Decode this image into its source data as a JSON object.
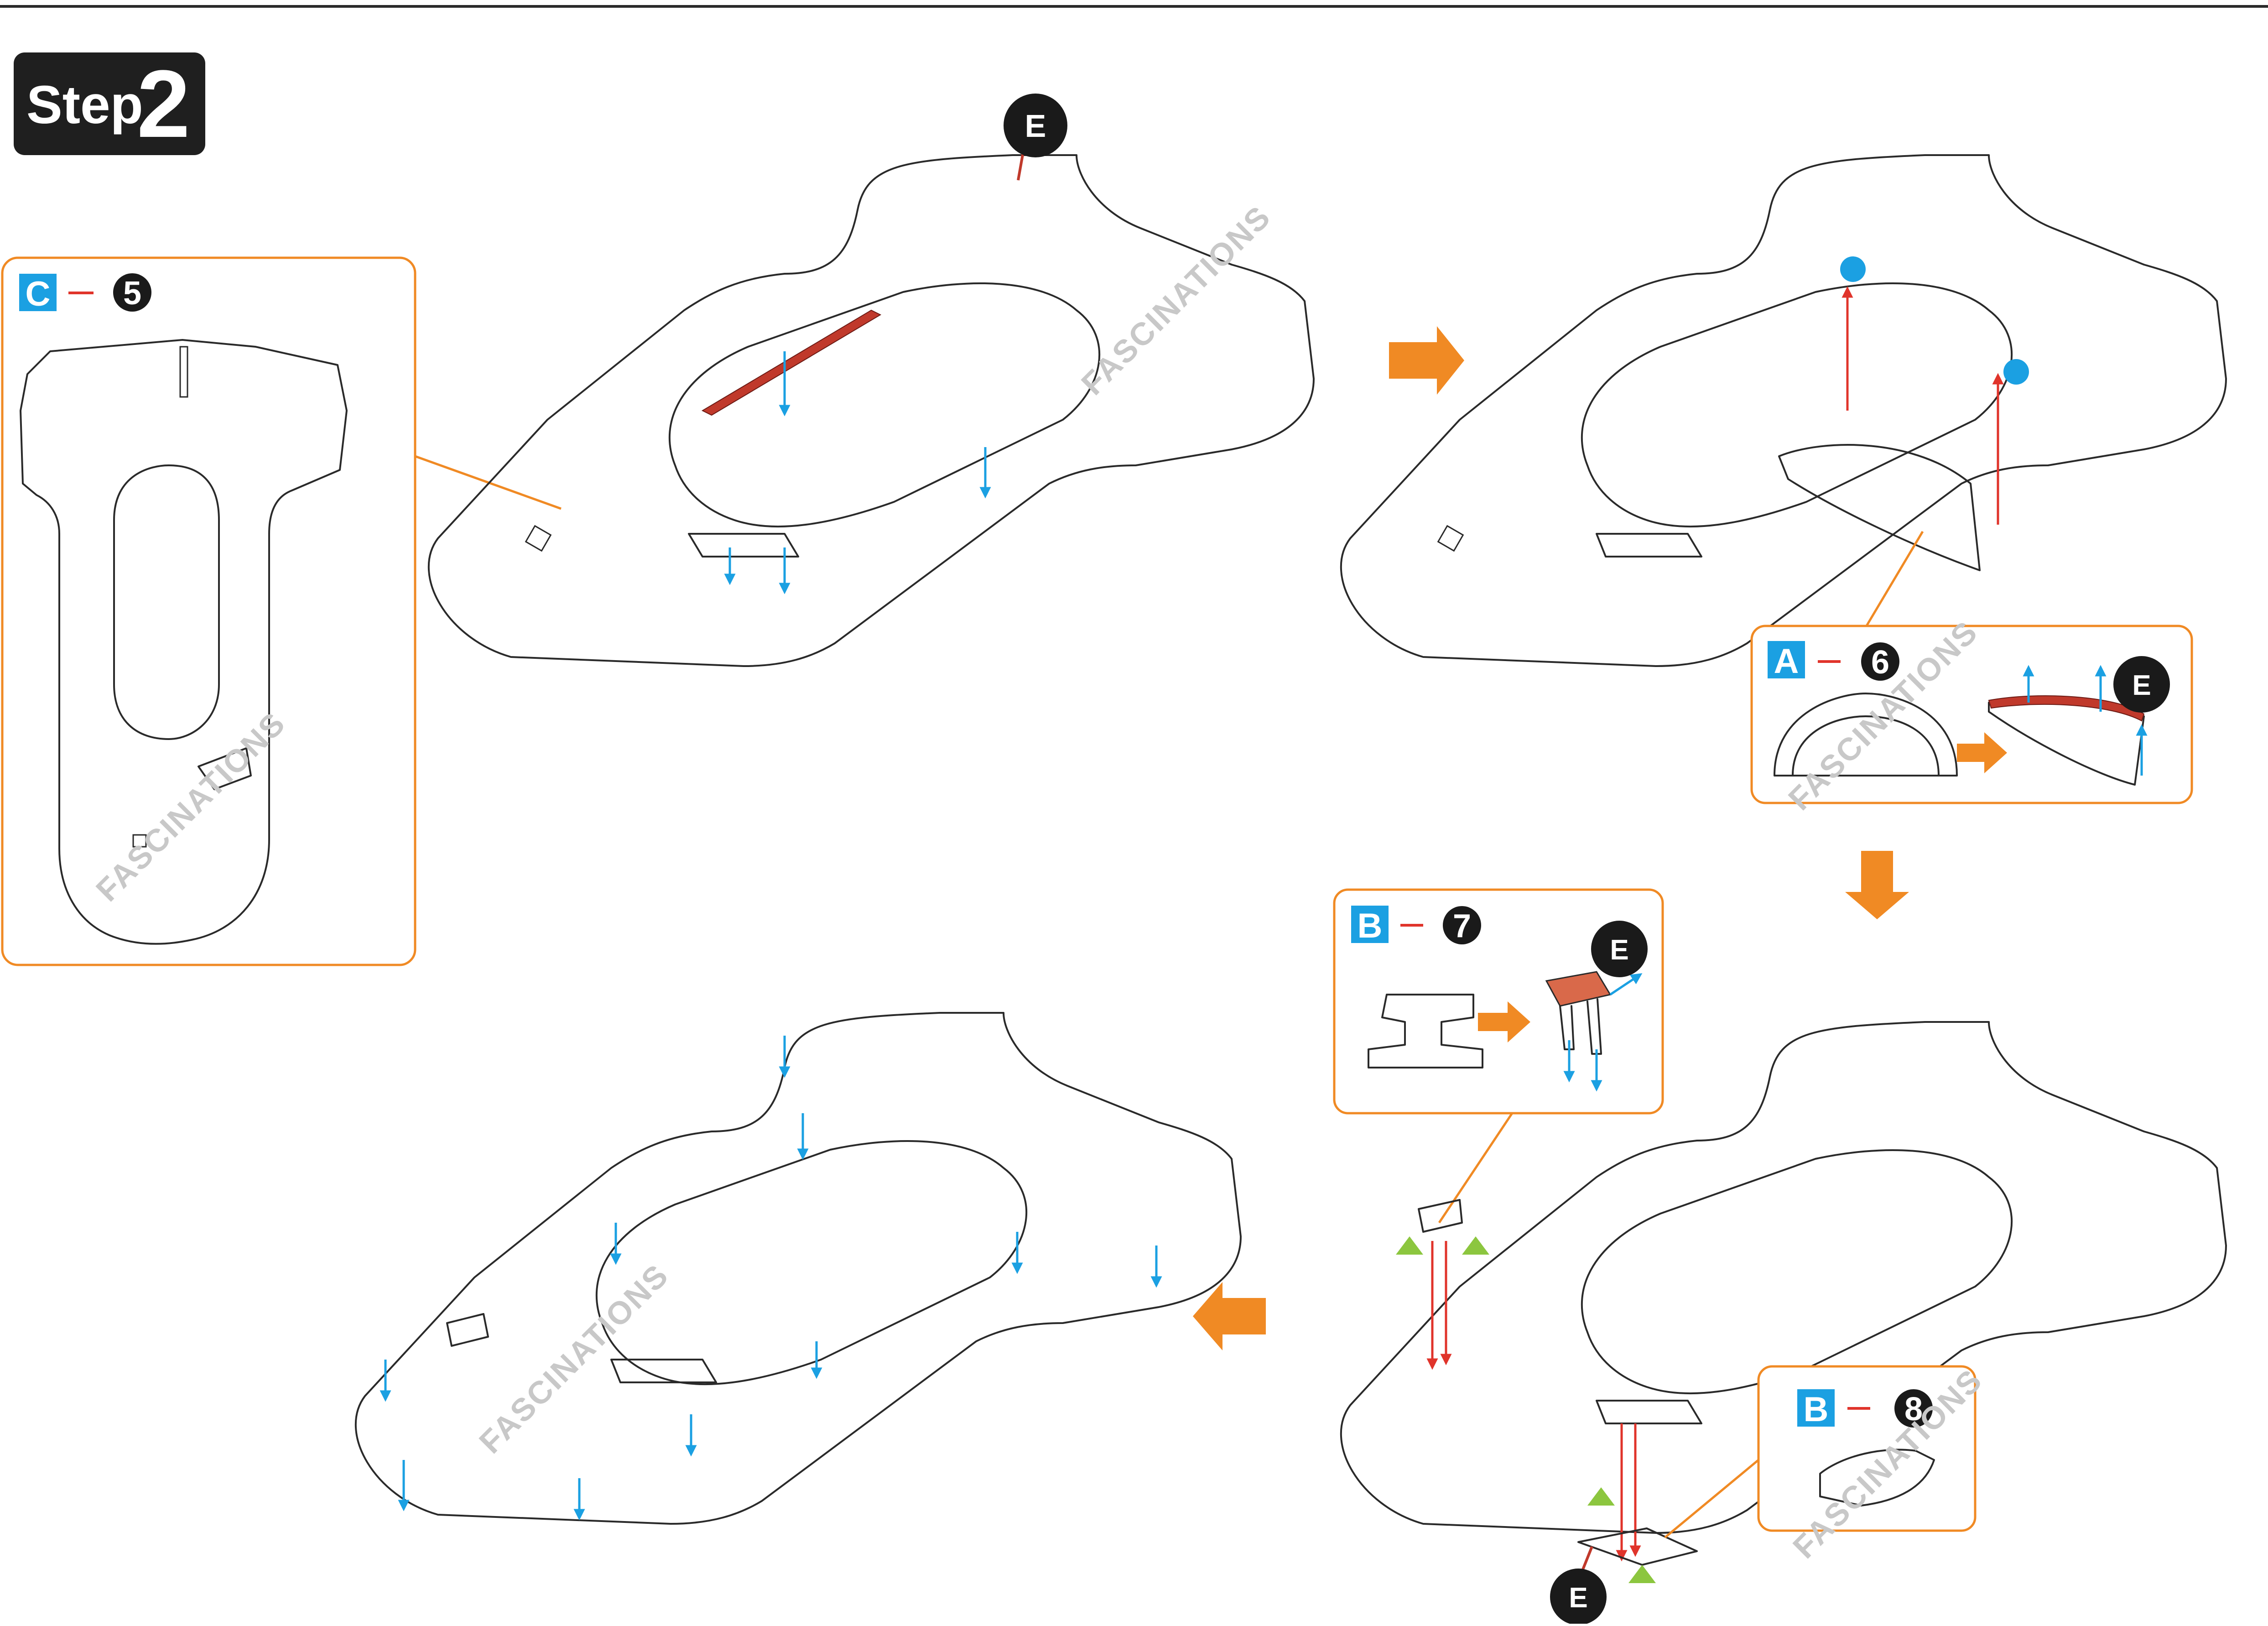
{
  "step": {
    "word": "Step",
    "number": "2"
  },
  "glue_label": "E",
  "watermark": "FASCINATIONS",
  "callouts": {
    "c5": {
      "letter": "C",
      "number": "5"
    },
    "a6": {
      "letter": "A",
      "number": "6"
    },
    "b7": {
      "letter": "B",
      "number": "7"
    },
    "b8": {
      "letter": "B",
      "number": "8"
    }
  },
  "colors": {
    "accent_orange": "#f08a24",
    "part_blue": "#1ba0e2",
    "glue_red": "#c0392b",
    "dark": "#1a1a1a",
    "green_marker": "#8cc63f"
  },
  "icons": [
    "orange-arrow-right",
    "orange-arrow-down",
    "orange-arrow-left",
    "blue-dot",
    "green-triangle"
  ]
}
